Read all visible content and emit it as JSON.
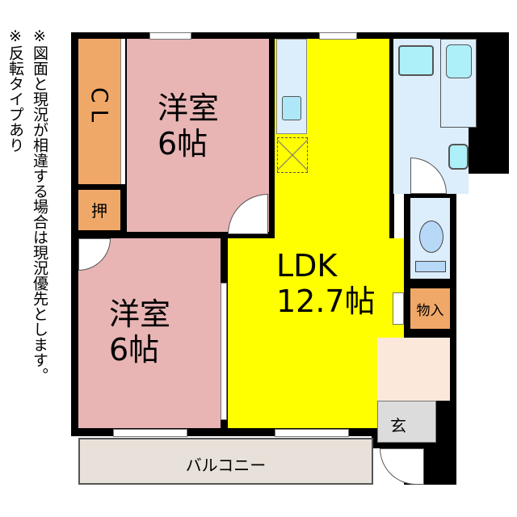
{
  "notes": {
    "line1": "※図面と現況が相違する場合は現況優先とします。",
    "line2": "※反転タイプあり"
  },
  "rooms": {
    "closet": "CL",
    "oshiire": "押",
    "western1": {
      "name": "洋室",
      "size": "6帖"
    },
    "western2": {
      "name": "洋室",
      "size": "6帖"
    },
    "ldk": {
      "name": "LDK",
      "size": "12.7帖"
    },
    "storage": "物入",
    "entrance": "玄",
    "balcony": "バルコニー"
  },
  "colors": {
    "western": "#e8b4b4",
    "ldk": "#ffff00",
    "storage": "#f0a868",
    "wet": "#dcedfb",
    "hall": "#fce8da",
    "entrance": "#dcdcdc",
    "balcony": "#e8e1d9"
  }
}
